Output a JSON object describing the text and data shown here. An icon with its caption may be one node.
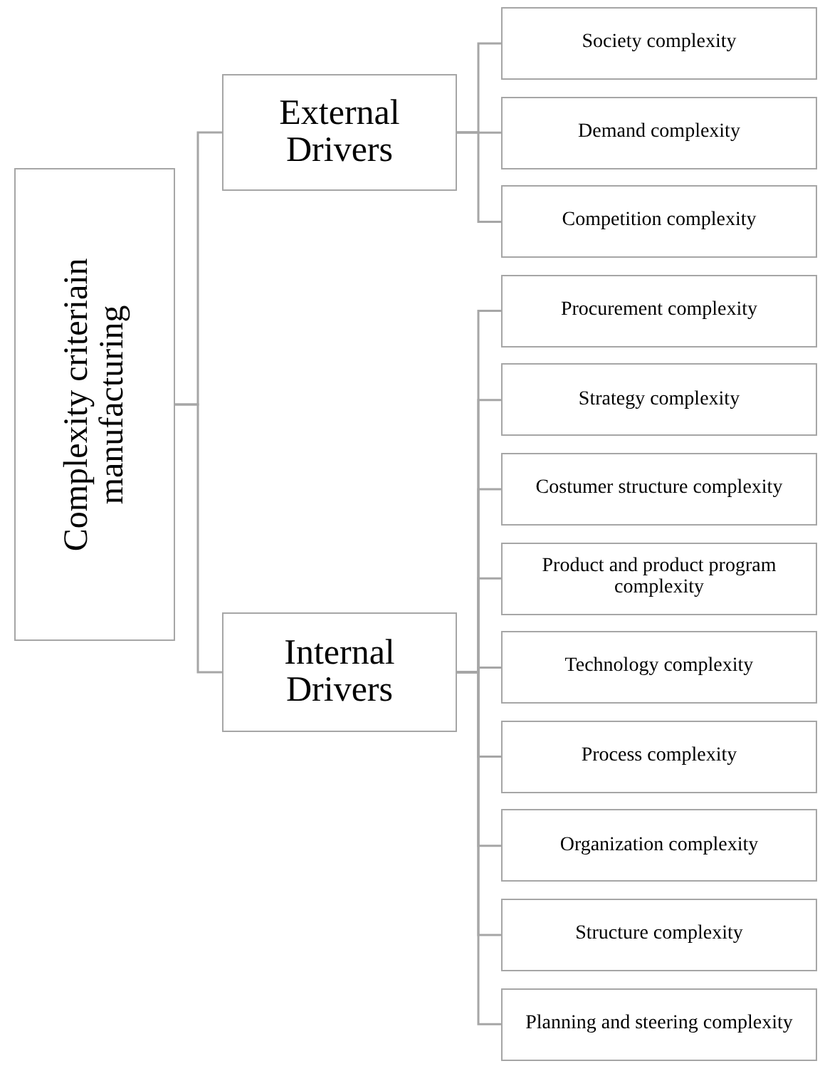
{
  "diagram": {
    "nodes": [
      {
        "text": [
          "Complexity criteriain manufacturing"
        ]
      },
      {
        "text": [
          "External Drivers"
        ]
      },
      {
        "text": [
          "Internal Drivers"
        ]
      },
      {
        "text": [
          "Society complexity"
        ]
      },
      {
        "text": [
          "Demand complexity"
        ]
      },
      {
        "text": [
          "Competition complexity"
        ]
      },
      {
        "text": [
          "Procurement complexity"
        ]
      },
      {
        "text": [
          "Strategy complexity"
        ]
      },
      {
        "text": [
          "Costumer structure complexity"
        ]
      },
      {
        "text": [
          "Product and product program complexity"
        ]
      },
      {
        "text": [
          "Technology complexity"
        ]
      },
      {
        "text": [
          "Process complexity"
        ]
      },
      {
        "text": [
          "Organization complexity"
        ]
      },
      {
        "text": [
          "Structure complexity"
        ]
      },
      {
        "text": [
          "Planning and steering complexity"
        ]
      }
    ],
    "edges": [
      {
        "from": 0,
        "to": 1,
        "arrow": "none"
      },
      {
        "from": 0,
        "to": 2,
        "arrow": "none"
      },
      {
        "from": 1,
        "to": 3,
        "arrow": "none"
      },
      {
        "from": 1,
        "to": 4,
        "arrow": "none"
      },
      {
        "from": 1,
        "to": 5,
        "arrow": "none"
      },
      {
        "from": 2,
        "to": 6,
        "arrow": "none"
      },
      {
        "from": 2,
        "to": 7,
        "arrow": "none"
      },
      {
        "from": 2,
        "to": 8,
        "arrow": "none"
      },
      {
        "from": 2,
        "to": 9,
        "arrow": "none"
      },
      {
        "from": 2,
        "to": 10,
        "arrow": "none"
      },
      {
        "from": 2,
        "to": 11,
        "arrow": "none"
      },
      {
        "from": 2,
        "to": 12,
        "arrow": "none"
      },
      {
        "from": 2,
        "to": 13,
        "arrow": "none"
      },
      {
        "from": 2,
        "to": 14,
        "arrow": "none"
      }
    ]
  }
}
